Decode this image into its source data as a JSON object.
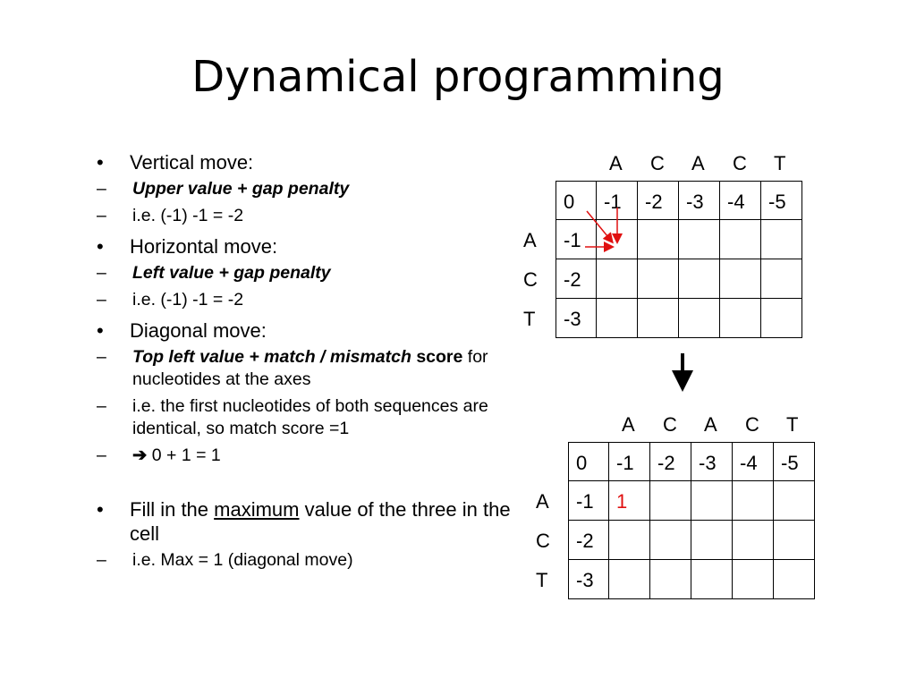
{
  "title": "Dynamical programming",
  "bullets": {
    "vertical": {
      "label": "Vertical move:",
      "sub1": "Upper value + gap penalty",
      "sub2": "i.e. (-1) -1 = -2"
    },
    "horizontal": {
      "label": "Horizontal move:",
      "sub1": "Left value + gap penalty",
      "sub2": "i.e. (-1) -1 = -2"
    },
    "diagonal": {
      "label": "Diagonal move:",
      "sub1_bold": "Top left value + match / mismatch",
      "sub1_bold2": "score",
      "sub1_rest": " for nucleotides at the axes",
      "sub2": "i.e. the first nucleotides of both sequences are identical, so match score =1",
      "sub3_arrow": "➔",
      "sub3": " 0 + 1 = 1"
    },
    "fill": {
      "pre": "Fill in the ",
      "underlined": "maximum",
      "post": " value of the three in the cell",
      "sub1": "i.e. Max = 1 (diagonal move)"
    }
  },
  "dash": "–",
  "bullet_char": "•",
  "matrix_top": {
    "columns": [
      "A",
      "C",
      "A",
      "C",
      "T"
    ],
    "rows": [
      "A",
      "C",
      "T"
    ],
    "cells": [
      [
        "0",
        "-1",
        "-2",
        "-3",
        "-4",
        "-5"
      ],
      [
        "-1",
        "",
        "",
        "",
        "",
        ""
      ],
      [
        "-2",
        "",
        "",
        "",
        "",
        ""
      ],
      [
        "-3",
        "",
        "",
        "",
        "",
        ""
      ]
    ]
  },
  "matrix_bottom": {
    "columns": [
      "A",
      "C",
      "A",
      "C",
      "T"
    ],
    "rows": [
      "A",
      "C",
      "T"
    ],
    "cells": [
      [
        "0",
        "-1",
        "-2",
        "-3",
        "-4",
        "-5"
      ],
      [
        "-1",
        "1",
        "",
        "",
        "",
        ""
      ],
      [
        "-2",
        "",
        "",
        "",
        "",
        ""
      ],
      [
        "-3",
        "",
        "",
        "",
        "",
        ""
      ]
    ],
    "highlight_color": "#e01010"
  },
  "arrow_color": "#e01010"
}
